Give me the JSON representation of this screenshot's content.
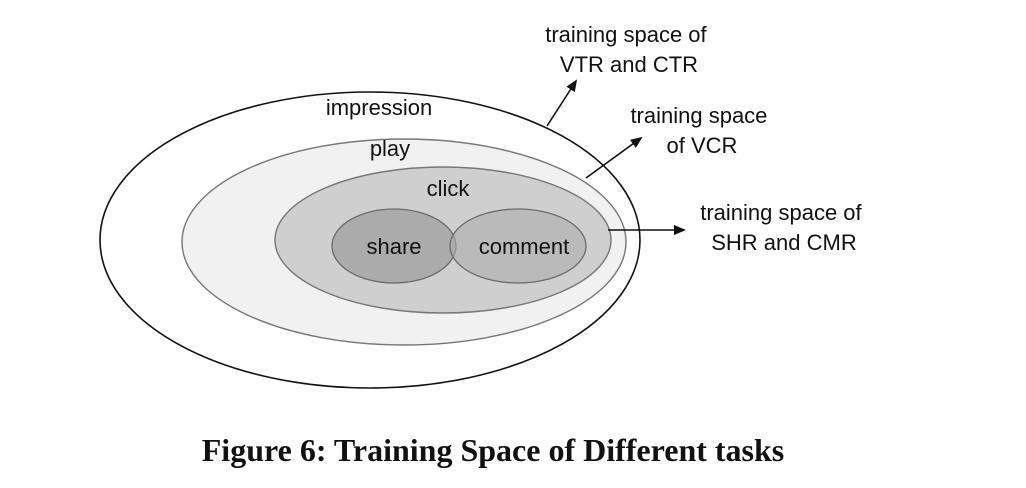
{
  "diagram": {
    "regions": {
      "impression": "impression",
      "play": "play",
      "click": "click",
      "share": "share",
      "comment": "comment"
    },
    "annotations": {
      "vtr_ctr": [
        "training space of",
        "VTR and CTR"
      ],
      "vcr": [
        "training space",
        "of VCR"
      ],
      "shr_cmr": [
        "training space of",
        "SHR and CMR"
      ]
    }
  },
  "caption": "Figure 6: Training Space of Different tasks"
}
